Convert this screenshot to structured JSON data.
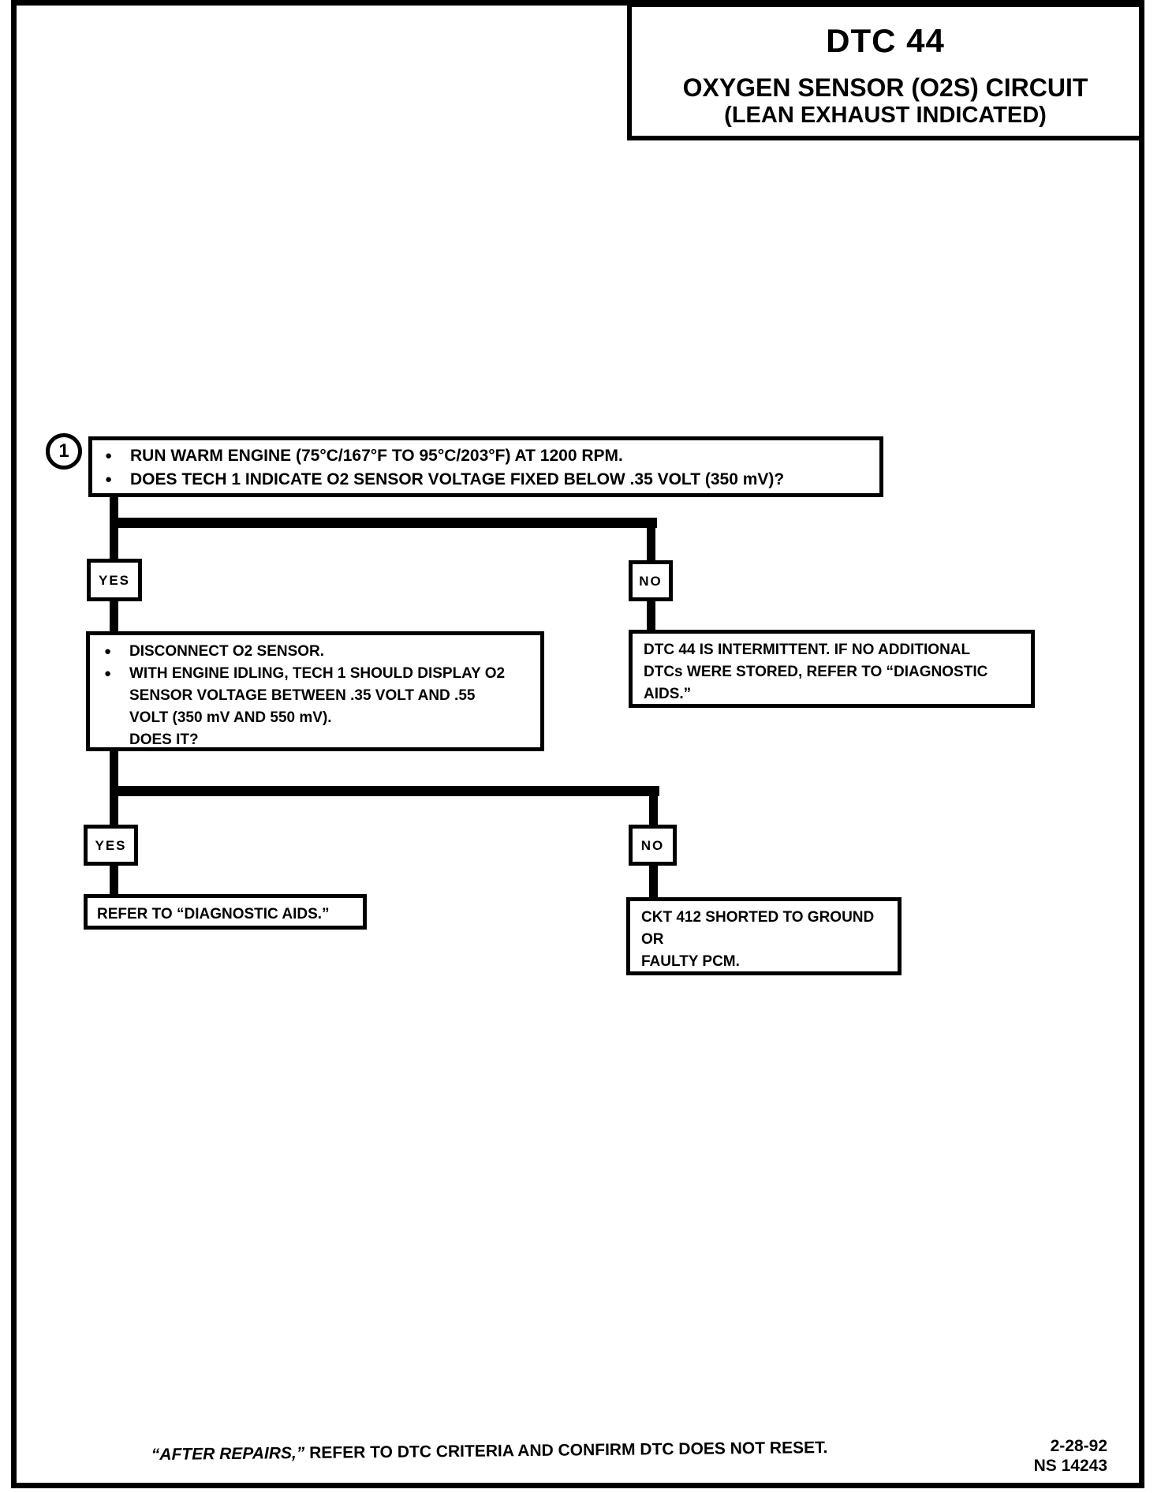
{
  "title": {
    "code": "DTC 44",
    "line1": "OXYGEN SENSOR (O2S) CIRCUIT",
    "line2": "(LEAN EXHAUST INDICATED)"
  },
  "step_marker": "1",
  "flowchart": {
    "step1_box": {
      "bullet1": "RUN WARM ENGINE (75°C/167°F TO 95°C/203°F) AT 1200 RPM.",
      "bullet2": "DOES TECH 1 INDICATE O2 SENSOR VOLTAGE FIXED BELOW .35 VOLT (350 mV)?"
    },
    "branch1": {
      "yes_label": "YES",
      "no_label": "NO"
    },
    "yes1_box": {
      "bullet1": "DISCONNECT O2 SENSOR.",
      "bullet2": "WITH ENGINE IDLING, TECH 1 SHOULD DISPLAY O2\nSENSOR VOLTAGE BETWEEN .35 VOLT AND .55\nVOLT (350 mV AND 550 mV).\nDOES IT?"
    },
    "no1_box": {
      "text": "DTC 44 IS INTERMITTENT.  IF NO ADDITIONAL\nDTCs WERE STORED, REFER TO “DIAGNOSTIC\nAIDS.”"
    },
    "branch2": {
      "yes_label": "YES",
      "no_label": "NO"
    },
    "yes2_box": {
      "text": "REFER TO “DIAGNOSTIC AIDS.”"
    },
    "no2_box": {
      "text": "CKT 412 SHORTED TO GROUND\nOR\nFAULTY PCM."
    }
  },
  "footer": {
    "note_italic": "“AFTER REPAIRS,”",
    "note_rest": " REFER TO DTC CRITERIA AND CONFIRM DTC DOES NOT RESET.",
    "date": "2-28-92",
    "doc_number": "NS 14243"
  },
  "colors": {
    "ink": "#000000",
    "paper": "#ffffff"
  }
}
